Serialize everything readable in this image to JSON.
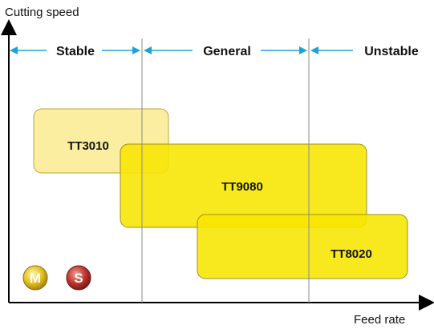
{
  "axes": {
    "y_label": "Cutting speed",
    "x_label": "Feed rate"
  },
  "zones": [
    {
      "label": "Stable"
    },
    {
      "label": "General"
    },
    {
      "label": "Unstable"
    }
  ],
  "grades": [
    {
      "label": "TT3010",
      "fill": "#fbeea0",
      "stroke": "#b8a640"
    },
    {
      "label": "TT9080",
      "fill": "#f7e600",
      "stroke": "#9c9020"
    },
    {
      "label": "TT8020",
      "fill": "#f7e600",
      "stroke": "#9c9020"
    }
  ],
  "badges": [
    {
      "letter": "M",
      "color": "#e4c020"
    },
    {
      "letter": "S",
      "color": "#c0342c"
    }
  ],
  "colors": {
    "arrow": "#1aa3d8",
    "axis": "#000000",
    "divider": "#8a8a8a"
  }
}
